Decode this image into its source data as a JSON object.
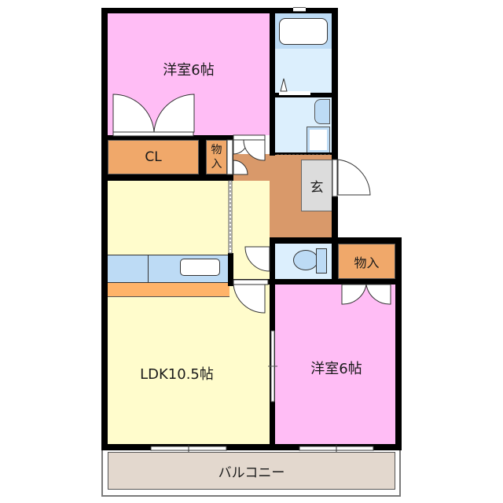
{
  "floorplan": {
    "title": "2LDK floor plan",
    "colors": {
      "wall": "#000000",
      "western_room": "#ffbdf5",
      "closet": "#f0a86a",
      "ldk": "#fffccc",
      "kitchen_counter": "#bddbf5",
      "kitchen_floor": "#ffb369",
      "hall": "#d9996a",
      "entrance": "#dcdcdc",
      "bath": "#dceffd",
      "balcony": "#e3d8ce"
    },
    "rooms": {
      "western_room_top": {
        "label": "洋室6帖"
      },
      "closet_cl": {
        "label": "CL"
      },
      "storage_small": {
        "label": "物入"
      },
      "entrance": {
        "label": "玄"
      },
      "ldk": {
        "label": "LDK10.5帖"
      },
      "storage_right": {
        "label": "物入"
      },
      "western_room_bottom": {
        "label": "洋室6帖"
      },
      "balcony": {
        "label": "バルコニー"
      }
    }
  }
}
